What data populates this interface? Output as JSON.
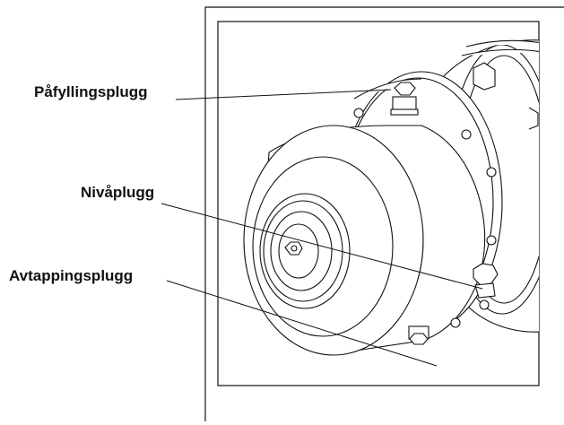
{
  "labels": {
    "filler_plug": "Påfyllingsplugg",
    "level_plug": "Nivåplugg",
    "drain_plug": "Avtappingsplugg"
  },
  "colors": {
    "ink": "#111111",
    "background": "#ffffff"
  }
}
